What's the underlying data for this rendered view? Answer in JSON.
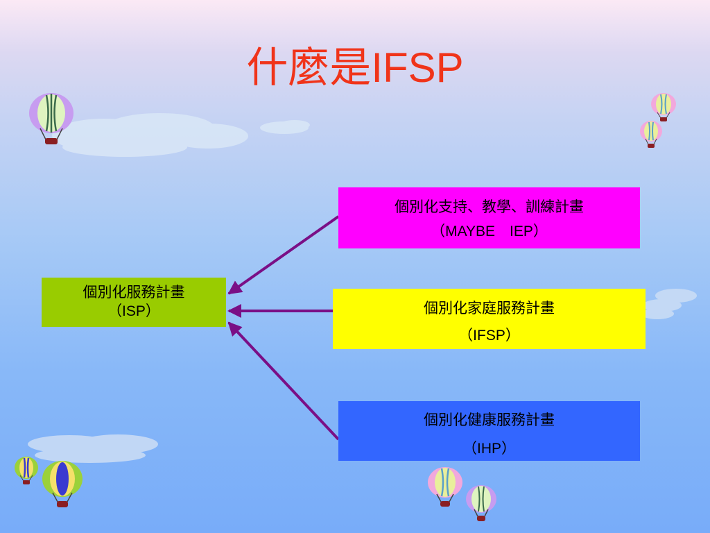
{
  "slide": {
    "title_zh": "什麼是",
    "title_en": "IFSP"
  },
  "boxes": {
    "isp": {
      "line1": "個別化服務計畫",
      "line2": "（ISP）"
    },
    "support": {
      "line1": "個別化支持、教學、訓練計畫",
      "line2": "（MAYBE　IEP）"
    },
    "ifsp": {
      "line1": "個別化家庭服務計畫",
      "line2": "（IFSP）"
    },
    "ihp": {
      "line1": "個別化健康服務計畫",
      "line2": "（IHP）"
    }
  },
  "colors": {
    "title": "#f0341a",
    "arrow": "#7a0f86",
    "isp_box": "#99cc00",
    "support_box": "#ff00ff",
    "ifsp_box": "#ffff00",
    "ihp_box": "#3366ff"
  },
  "icons": [
    "hot-air-balloon-icon",
    "cloud-icon"
  ]
}
